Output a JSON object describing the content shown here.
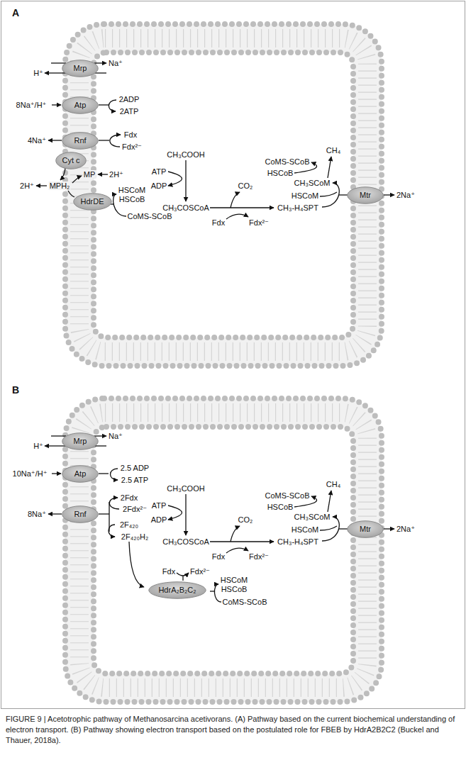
{
  "diagram": {
    "caption": "FIGURE 9 | Acetotrophic pathway of Methanosarcina acetivorans. (A) Pathway based on the current biochemical understanding of electron transport. (B) Pathway showing electron transport based on the postulated role for FBEB by HdrA2B2C2 (Buckel and Thauer, 2018a).",
    "nodes": [
      {
        "text": [
          "Mrp"
        ]
      },
      {
        "text": [
          "Atp"
        ]
      },
      {
        "text": [
          "Rnf"
        ]
      },
      {
        "text": [
          "Cyt c"
        ]
      },
      {
        "text": [
          "HdrDE"
        ]
      },
      {
        "text": [
          "Mtr"
        ]
      },
      {
        "text": [
          "Mrp"
        ]
      },
      {
        "text": [
          "Atp"
        ]
      },
      {
        "text": [
          "Rnf"
        ]
      },
      {
        "text": [
          "HdrA₂B₂C₂"
        ]
      },
      {
        "text": [
          "Mtr"
        ]
      }
    ],
    "labels": [
      "A",
      "Na⁺",
      "H⁺",
      "8Na⁺/H⁺",
      "2ADP",
      "2ATP",
      "4Na⁺",
      "Fdx",
      "Fdx²⁻",
      "MP",
      "2H⁺",
      "MPH₂",
      "2H⁺",
      "HSCoM",
      "HSCoB",
      "CoMS-SCoB",
      "CH₃COOH",
      "ATP",
      "ADP",
      "CH₃COSCoA",
      "CO₂",
      "Fdx",
      "Fdx²⁻",
      "CH₃-H₄SPT",
      "CoMS-SCoB",
      "CH₄",
      "HSCoB",
      "CH₃SCoM",
      "HSCoM",
      "2Na⁺",
      "B",
      "Na⁺",
      "H⁺",
      "10Na⁺/H⁺",
      "2.5 ADP",
      "2.5 ATP",
      "8Na⁺",
      "2Fdx",
      "2Fdx²⁻",
      "2F₄₂₀",
      "2F₄₂₀H₂",
      "CH₃COOH",
      "ATP",
      "ADP",
      "CH₃COSCoA",
      "CO₂",
      "Fdx",
      "Fdx²⁻",
      "CH₃-H₄SPT",
      "CoMS-SCoB",
      "CH₄",
      "HSCoB",
      "CH₃SCoM",
      "HSCoM",
      "2Na⁺",
      "Fdx",
      "Fdx²⁻",
      "HSCoM",
      "HSCoB",
      "CoMS-SCoB"
    ]
  }
}
